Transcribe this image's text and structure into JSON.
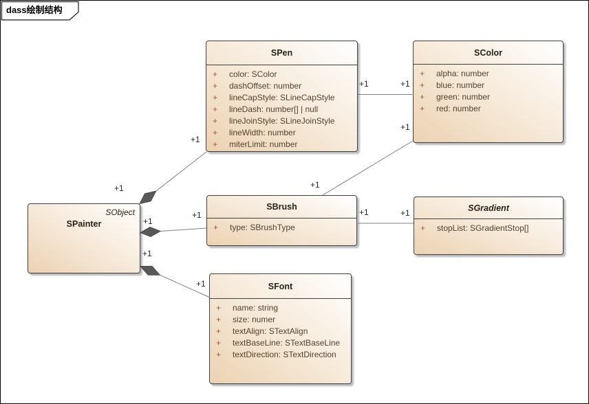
{
  "frame": {
    "title": "dass绘制结构"
  },
  "markers": {
    "public": "+"
  },
  "colors": {
    "box_fill_dark": "#ecd2b2",
    "box_fill_light": "#ffffff",
    "box_border": "#404040",
    "connector_line": "#808080",
    "composition_diamond": "#595959",
    "attribute_text": "#53422e",
    "visibility_marker": "#9c5a32",
    "title_text": "#2b2117",
    "multiplicity_text": "#23233a"
  },
  "classes": {
    "spainter": {
      "name": "SPainter",
      "namespace": "SObject",
      "attributes": []
    },
    "spen": {
      "name": "SPen",
      "attributes": [
        "color: SColor",
        "dashOffset: number",
        "lineCapStyle: SLineCapStyle",
        "lineDash: number[] | null",
        "lineJoinStyle: SLineJoinStyle",
        "lineWidth: number",
        "miterLimit: number"
      ]
    },
    "scolor": {
      "name": "SColor",
      "attributes": [
        "alpha: number",
        "blue: number",
        "green: number",
        "red: number"
      ]
    },
    "sbrush": {
      "name": "SBrush",
      "attributes": [
        "type: SBrushType"
      ]
    },
    "sgradient": {
      "name": "SGradient",
      "abstract": true,
      "attributes": [
        "stopList: SGradientStop[]"
      ]
    },
    "sfont": {
      "name": "SFont",
      "attributes": [
        "name: string",
        "size: numer",
        "textAlign: STextAlign",
        "textBaseLine: STextBaseLine",
        "textDirection: STextDirection"
      ]
    }
  },
  "connectors": [
    {
      "id": "spainter-spen",
      "kind": "composition",
      "source": "SPainter",
      "target": "SPen",
      "source_label": "+1",
      "target_label": "+1"
    },
    {
      "id": "spainter-sbrush",
      "kind": "composition",
      "source": "SPainter",
      "target": "SBrush",
      "source_label": "+1",
      "target_label": "+1"
    },
    {
      "id": "spainter-sfont",
      "kind": "composition",
      "source": "SPainter",
      "target": "SFont",
      "source_label": "+1",
      "target_label": "+1"
    },
    {
      "id": "spen-scolor",
      "kind": "association",
      "source": "SPen",
      "target": "SColor",
      "source_label": "+1",
      "target_label": "+1"
    },
    {
      "id": "sbrush-scolor",
      "kind": "association",
      "source": "SBrush",
      "target": "SColor",
      "source_label": "+1",
      "target_label": "+1"
    },
    {
      "id": "sbrush-sgradient",
      "kind": "association",
      "source": "SBrush",
      "target": "SGradient",
      "source_label": "+1",
      "target_label": "+1"
    }
  ]
}
